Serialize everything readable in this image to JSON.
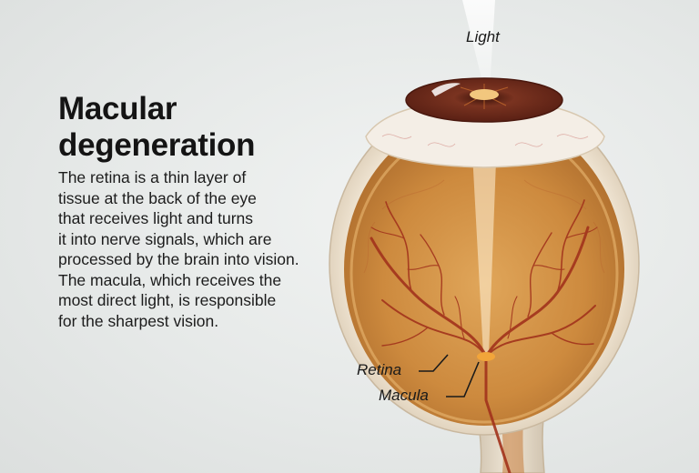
{
  "title": {
    "line1": "Macular",
    "line2": "degeneration"
  },
  "description": {
    "lines": [
      "The retina is a thin layer of",
      "tissue at the back of the eye",
      "that receives light and turns",
      "it into nerve signals, which are",
      "processed by the brain into vision.",
      "The macula, which receives the",
      "most direct light, is responsible",
      "for the sharpest vision."
    ]
  },
  "labels": {
    "light": "Light",
    "retina": "Retina",
    "macula": "Macula"
  },
  "colors": {
    "background": "#e6e9e8",
    "eye_outer": "#e3d8c8",
    "eye_inner": "#c98a3c",
    "iris": "#6a2a1c",
    "vessel": "#a2331c",
    "macula": "#f2a53a",
    "text": "#141414"
  }
}
